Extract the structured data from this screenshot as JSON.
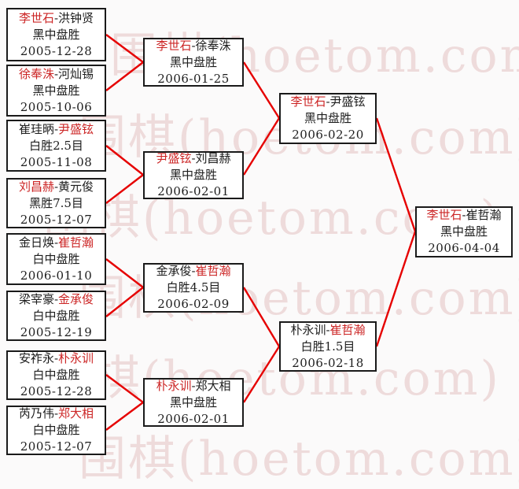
{
  "watermark": {
    "text": "围棋(hoetom.com)",
    "color": "#ecd6d6"
  },
  "colors": {
    "connector_red": "#e60000",
    "winner_red": "#cc2626",
    "text_black": "#1d1d1d",
    "box_border": "#1a1a1a"
  },
  "hyphen": "-",
  "matches": {
    "m1": {
      "p1": "李世石",
      "p2": "洪钟贤",
      "winner": "p1",
      "result": "黑中盘胜",
      "date": "2005-12-28"
    },
    "m2": {
      "p1": "徐奉洙",
      "p2": "河灿锡",
      "winner": "p1",
      "result": "黑中盘胜",
      "date": "2005-10-06"
    },
    "m3": {
      "p1": "崔珪昞",
      "p2": "尹盛铉",
      "winner": "p2",
      "result": "白胜2.5目",
      "date": "2005-11-08"
    },
    "m4": {
      "p1": "刘昌赫",
      "p2": "黄元俊",
      "winner": "p1",
      "result": "黑胜7.5目",
      "date": "2005-12-07"
    },
    "m5": {
      "p1": "金日焕",
      "p2": "崔哲瀚",
      "winner": "p2",
      "result": "白中盘胜",
      "date": "2006-01-10"
    },
    "m6": {
      "p1": "梁宰豪",
      "p2": "金承俊",
      "winner": "p2",
      "result": "白中盘胜",
      "date": "2005-12-19"
    },
    "m7": {
      "p1": "安祚永",
      "p2": "朴永训",
      "winner": "p2",
      "result": "白中盘胜",
      "date": "2005-12-28"
    },
    "m8": {
      "p1": "芮乃伟",
      "p2": "郑大相",
      "winner": "p2",
      "result": "白中盘胜",
      "date": "2005-12-07"
    },
    "m9": {
      "p1": "李世石",
      "p2": "徐奉洙",
      "winner": "p1",
      "result": "黑中盘胜",
      "date": "2006-01-25"
    },
    "m10": {
      "p1": "尹盛铉",
      "p2": "刘昌赫",
      "winner": "p1",
      "result": "黑中盘胜",
      "date": "2006-02-01"
    },
    "m11": {
      "p1": "金承俊",
      "p2": "崔哲瀚",
      "winner": "p2",
      "result": "白胜4.5目",
      "date": "2006-02-09"
    },
    "m12": {
      "p1": "朴永训",
      "p2": "郑大相",
      "winner": "p1",
      "result": "黑中盘胜",
      "date": "2006-02-01"
    },
    "m13": {
      "p1": "李世石",
      "p2": "尹盛铉",
      "winner": "p1",
      "result": "黑中盘胜",
      "date": "2006-02-20"
    },
    "m14": {
      "p1": "朴永训",
      "p2": "崔哲瀚",
      "winner": "p2",
      "result": "白胜1.5目",
      "date": "2006-02-18"
    },
    "m15": {
      "p1": "李世石",
      "p2": "崔哲瀚",
      "winner": "p1",
      "result": "黑中盘胜",
      "date": "2006-04-04"
    }
  }
}
